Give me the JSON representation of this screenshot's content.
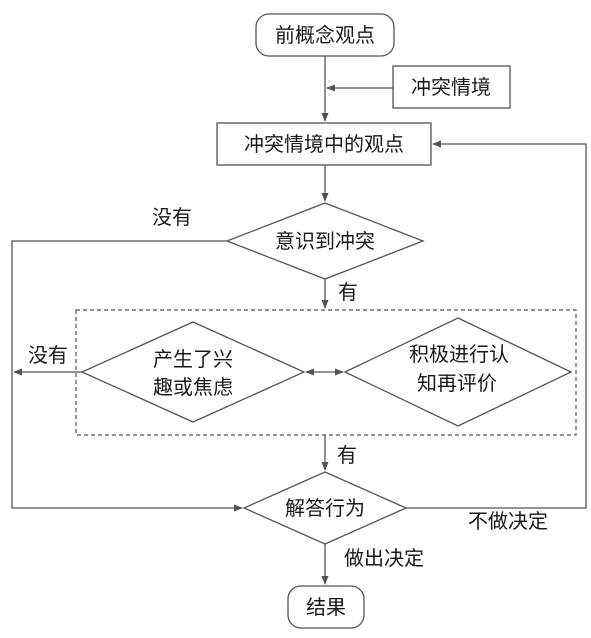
{
  "nodes": {
    "prior_concept": "前概念观点",
    "conflict_situation": "冲突情境",
    "view_in_conflict": "冲突情境中的观点",
    "aware_conflict": "意识到冲突",
    "interest_line1": "产生了兴",
    "interest_line2": "趣或焦虑",
    "reevaluate_line1": "积极进行认",
    "reevaluate_line2": "知再评价",
    "answer_behavior": "解答行为",
    "result": "结果"
  },
  "edges": {
    "no_top": "没有",
    "yes_top": "有",
    "no_left": "没有",
    "yes_bottom": "有",
    "no_decision": "不做决定",
    "make_decision": "做出决定"
  },
  "colors": {
    "stroke": "#555555",
    "text": "#1a1a1a",
    "background": "#ffffff"
  }
}
